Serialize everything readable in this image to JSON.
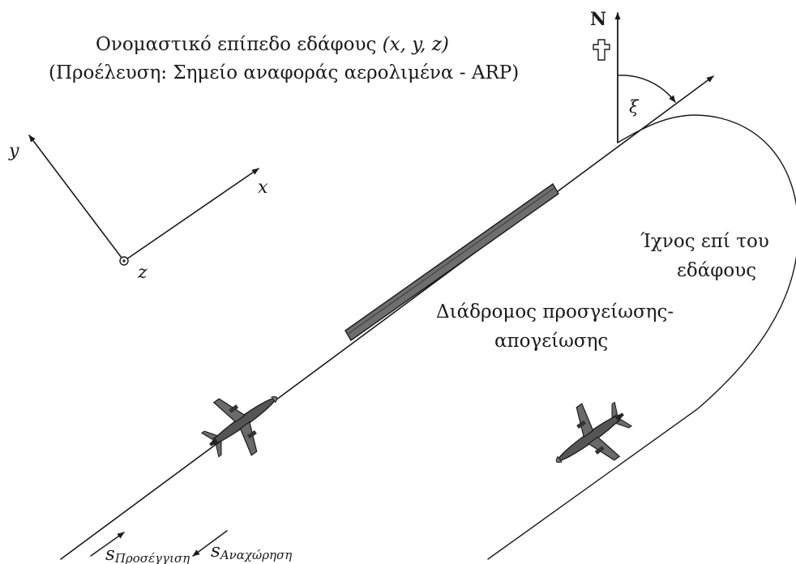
{
  "title_line1": "Ονομαστικό επίπεδο εδάφους",
  "title_coords": "(x, y, z)",
  "title_line2": "(Προέλευση: Σημείο αναφοράς αερολιμένα - ARP)",
  "axes": {
    "x": "x",
    "y": "y",
    "z": "z"
  },
  "north_label": "N",
  "angle_label": "ξ",
  "ground_track_line1": "Ίχνος επί του",
  "ground_track_line2": "εδάφους",
  "runway_line1": "Διάδρομος προσγείωσης-",
  "runway_line2": "απογείωσης",
  "s_symbol": "s",
  "approach_subscript": "Προσέγγιση",
  "departure_subscript": "Αναχώρηση"
}
